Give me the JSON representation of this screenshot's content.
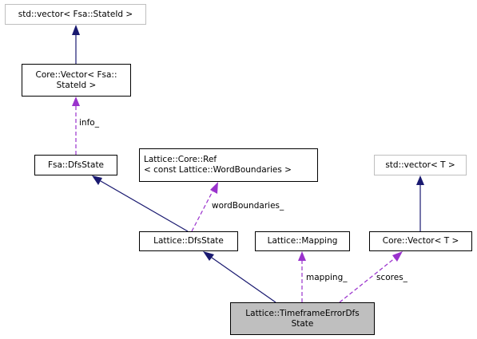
{
  "colors": {
    "inheritance_edge": "#191970",
    "member_edge": "#9a32cd",
    "external_node_border": "#bfbfbf",
    "current_node_fill": "#bfbfbf"
  },
  "nodes": {
    "std_vector_stateid": {
      "lines": [
        "std::vector< Fsa::StateId >"
      ]
    },
    "core_vector_stateid": {
      "lines": [
        "Core::Vector< Fsa::",
        "StateId >"
      ]
    },
    "fsa_dfsstate": {
      "lines": [
        "Fsa::DfsState"
      ]
    },
    "core_ref_wordboundaries": {
      "lines": [
        "Lattice::Core::Ref",
        "< const Lattice::WordBoundaries >"
      ]
    },
    "std_vector_t": {
      "lines": [
        "std::vector< T >"
      ]
    },
    "lattice_dfsstate": {
      "lines": [
        "Lattice::DfsState"
      ]
    },
    "lattice_mapping": {
      "lines": [
        "Lattice::Mapping"
      ]
    },
    "core_vector_t": {
      "lines": [
        "Core::Vector< T >"
      ]
    },
    "timeframe_error_dfs_state": {
      "lines": [
        "Lattice::TimeframeErrorDfs",
        "State"
      ]
    }
  },
  "edge_labels": {
    "info": "info_",
    "word_boundaries": "wordBoundaries_",
    "mapping": "mapping_",
    "scores": "scores_"
  }
}
